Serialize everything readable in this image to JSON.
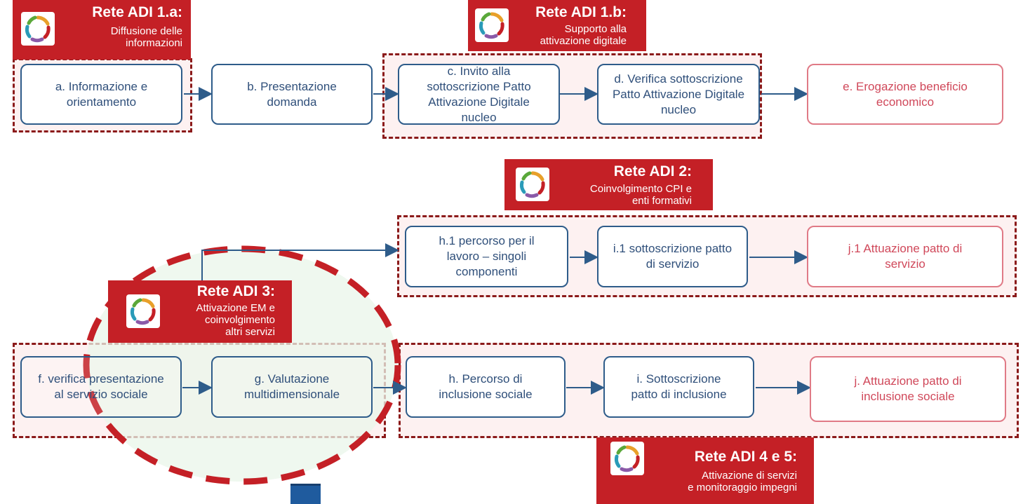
{
  "networks": {
    "n1a": {
      "title": "Rete ADI 1.a:",
      "subtitle": "Diffusione delle\ninformazioni"
    },
    "n1b": {
      "title": "Rete ADI 1.b:",
      "subtitle": "Supporto alla\nattivazione digitale"
    },
    "n2": {
      "title": "Rete ADI 2:",
      "subtitle": "Coinvolgimento CPI e\nenti formativi"
    },
    "n3": {
      "title": "Rete ADI 3:",
      "subtitle": "Attivazione EM e\ncoinvolgimento\naltri servizi"
    },
    "n45": {
      "title": "Rete ADI 4 e 5:",
      "subtitle": "Attivazione di servizi\ne monitoraggio impegni"
    }
  },
  "steps": {
    "a": "a. Informazione  e\norientamento",
    "b": "b. Presentazione\ndomanda",
    "c": "c.  Invito alla\nsottoscrizione Patto\nAttivazione Digitale\nnucleo",
    "d": "d. Verifica sottoscrizione\nPatto Attivazione Digitale\nnucleo",
    "e": "e. Erogazione beneficio\neconomico",
    "h1": "h.1 percorso per il\nlavoro – singoli\ncomponenti",
    "i1": "i.1 sottoscrizione patto\ndi servizio",
    "j1": "j.1 Attuazione  patto di\nservizio",
    "f": "f. verifica presentazione\nal servizio sociale",
    "g": "g. Valutazione\nmultidimensionale",
    "h": "h. Percorso di\ninclusione sociale",
    "i": "i. Sottoscrizione\npatto di inclusione",
    "j": "j. Attuazione  patto di\ninclusione sociale"
  },
  "colors": {
    "network_red": "#c42026",
    "dash_red": "#8b1a1a",
    "box_blue": "#2e5c8a",
    "box_pink": "#e07a86",
    "ellipse_green": "#eaf6ea"
  },
  "icons": {
    "network_logo": "circular-people-logo-icon"
  }
}
